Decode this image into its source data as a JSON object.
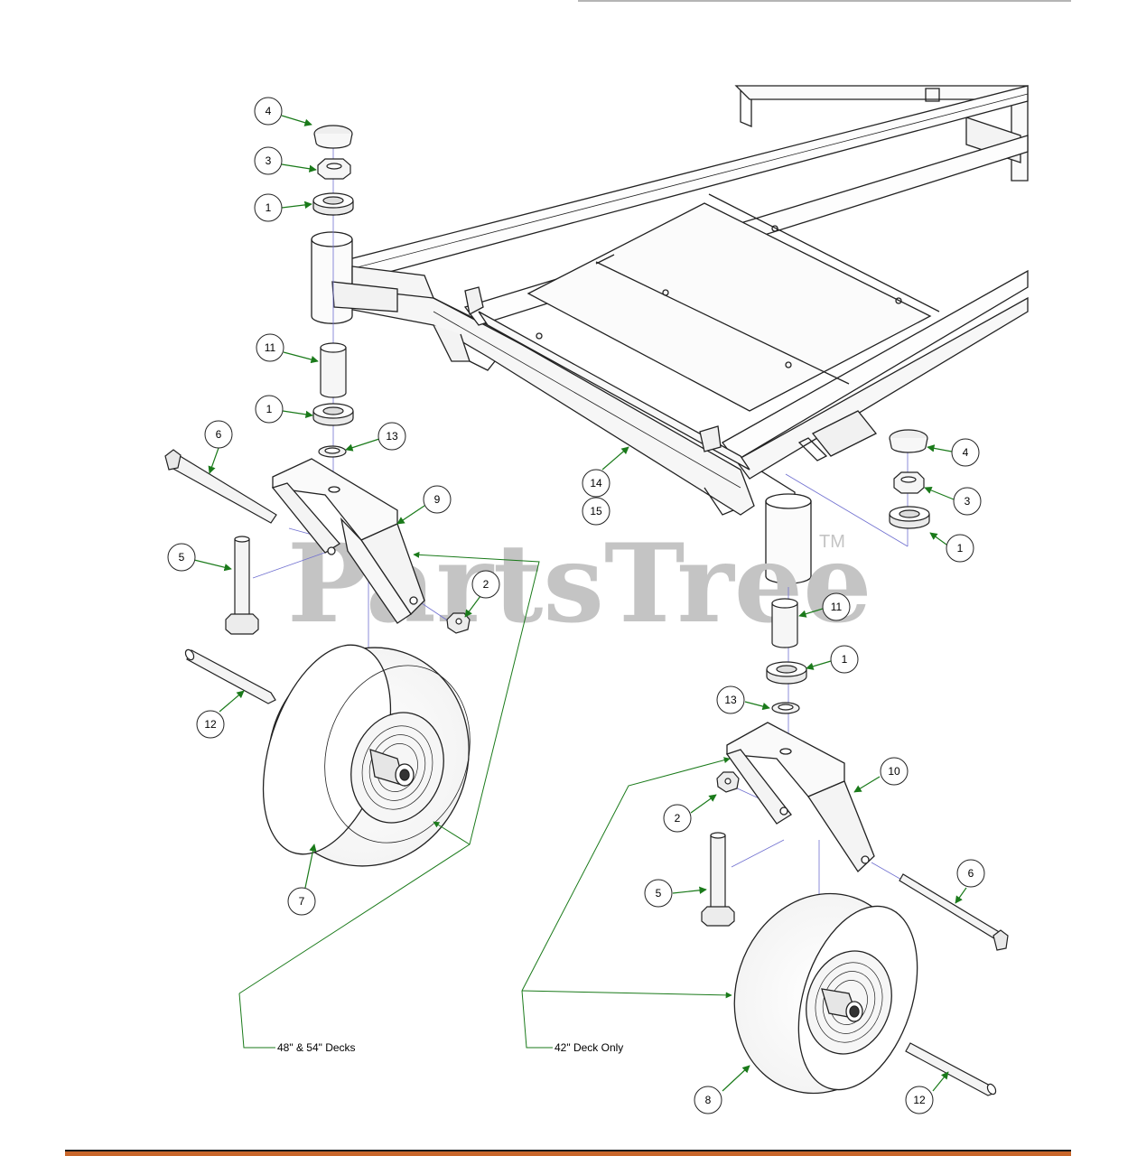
{
  "watermark": {
    "text": "PartsTree",
    "trademark": "TM"
  },
  "callouts": [
    "4",
    "3",
    "1",
    "11",
    "1",
    "13",
    "6",
    "9",
    "5",
    "2",
    "12",
    "7",
    "14",
    "15",
    "4",
    "3",
    "1",
    "11",
    "1",
    "13",
    "10",
    "2",
    "5",
    "6",
    "8",
    "12"
  ],
  "notes": {
    "left": "48\" & 54\" Decks",
    "right": "42\" Deck Only"
  },
  "colors": {
    "leader": "#1a7a1a",
    "centerline": "#7070d0",
    "bar": "#c9662a",
    "watermark": "#c4c4c4"
  }
}
